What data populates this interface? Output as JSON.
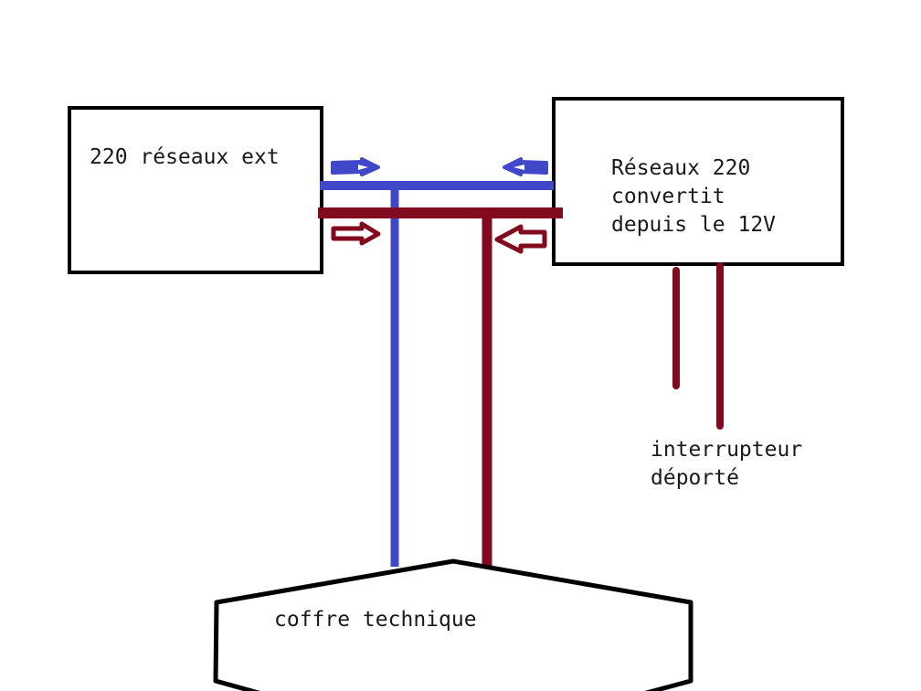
{
  "labels": {
    "box_left": "220 réseaux ext",
    "box_right_line1": "Réseaux 220",
    "box_right_line2": "convertit",
    "box_right_line3": "depuis le 12V",
    "switch_line1": "interrupteur",
    "switch_line2": "déporté",
    "chest": "coffre technique"
  },
  "colors": {
    "blue_wire": "#4047c8",
    "red_wire": "#820a1e",
    "box_stroke": "#000000",
    "text": "#1a1a1a"
  }
}
